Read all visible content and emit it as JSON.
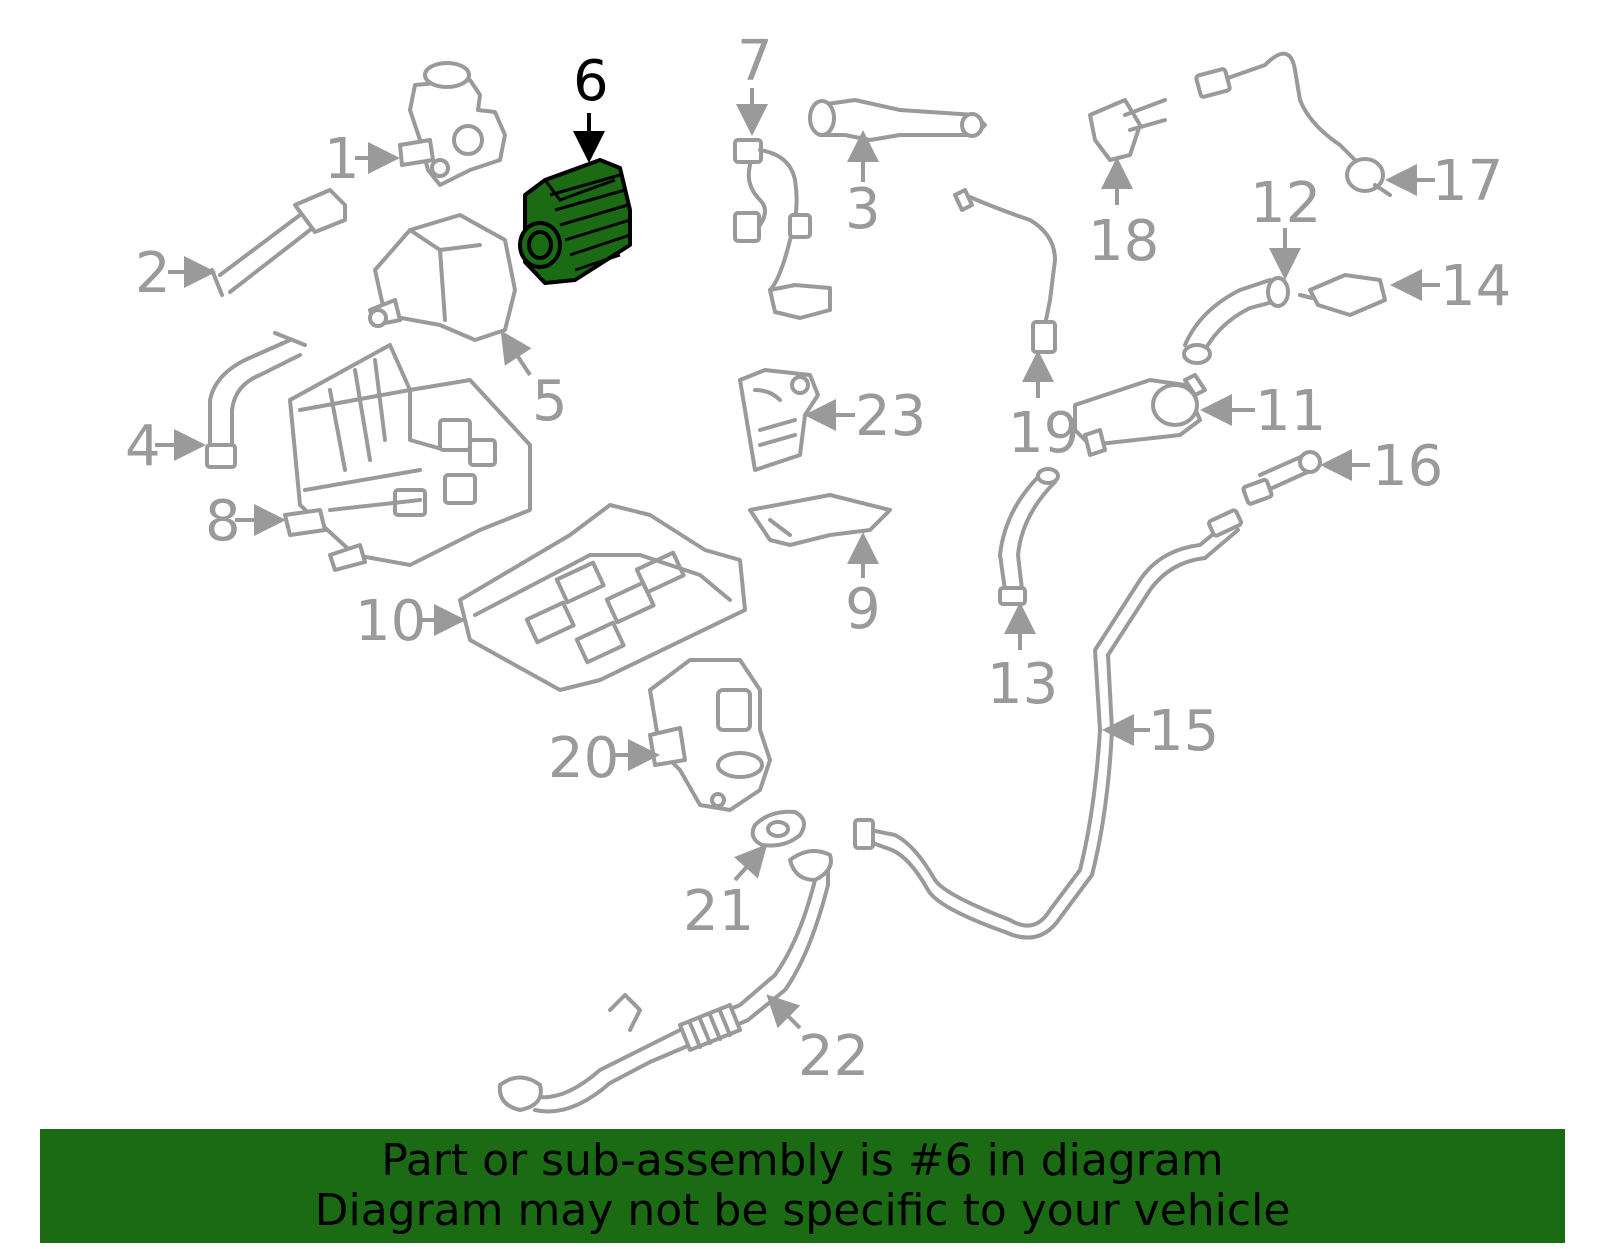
{
  "diagram": {
    "highlight_color": "#1a6b13",
    "line_color": "#9a9a9a",
    "highlighted_part": "6",
    "callouts": [
      "1",
      "2",
      "3",
      "4",
      "5",
      "6",
      "7",
      "8",
      "9",
      "10",
      "11",
      "12",
      "13",
      "14",
      "15",
      "16",
      "17",
      "18",
      "19",
      "20",
      "21",
      "22",
      "23"
    ]
  },
  "banner": {
    "line1": "Part or sub-assembly is #6 in diagram",
    "line2": "Diagram may not be specific to your vehicle"
  }
}
